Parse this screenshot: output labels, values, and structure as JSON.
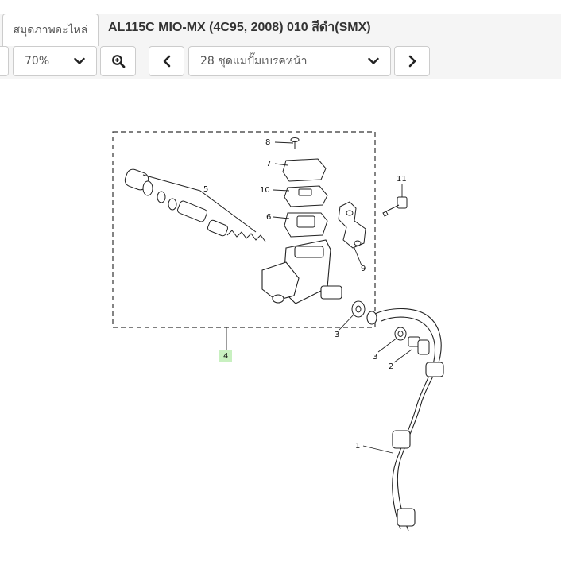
{
  "header": {
    "catalog_tab": "สมุดภาพอะไหล่",
    "title": "AL115C MIO-MX (4C95, 2008) 010 สีดำ(SMX)"
  },
  "toolbar": {
    "zoom_value": "70%",
    "page_value": "28 ชุดแม่ปั๊มเบรคหน้า"
  },
  "icons": {
    "zoom": "zoom-in-icon",
    "prev": "chevron-left-icon",
    "next": "chevron-right-icon",
    "dropdown": "chevron-down-icon"
  },
  "diagram": {
    "callouts": {
      "p1": "1",
      "p2": "2",
      "p3a": "3",
      "p3b": "3",
      "p4": "4",
      "p5": "5",
      "p6": "6",
      "p7": "7",
      "p8": "8",
      "p9": "9",
      "p10": "10",
      "p11": "11"
    },
    "highlight_color": "#c8f0c0"
  }
}
